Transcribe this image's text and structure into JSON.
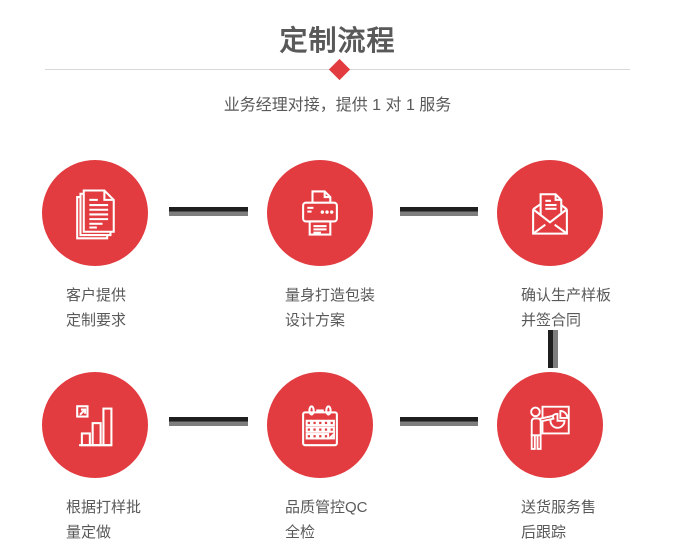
{
  "header": {
    "title": "定制流程",
    "subtitle": "业务经理对接，提供 1 对 1 服务"
  },
  "steps": [
    {
      "icon": "stacked-documents-icon",
      "label_line1": "客户提供",
      "label_line2": "定制要求"
    },
    {
      "icon": "printer-icon",
      "label_line1": "量身打造包装",
      "label_line2": "设计方案"
    },
    {
      "icon": "open-envelope-icon",
      "label_line1": "确认生产样板",
      "label_line2": "并签合同"
    },
    {
      "icon": "bar-chart-growth-icon",
      "label_line1": "根据打样批",
      "label_line2": "量定做"
    },
    {
      "icon": "calendar-icon",
      "label_line1": "品质管控QC",
      "label_line2": "全检"
    },
    {
      "icon": "presentation-chart-icon",
      "label_line1": "送货服务售",
      "label_line2": "后跟踪"
    }
  ],
  "colors": {
    "accent_red": "#e23c41",
    "icon_stroke": "#ffffff",
    "connector_dark": "#1f1f1f",
    "connector_gray": "#7e7e7e",
    "text_gray": "#595959",
    "divider_gray": "#d8d8d8"
  }
}
